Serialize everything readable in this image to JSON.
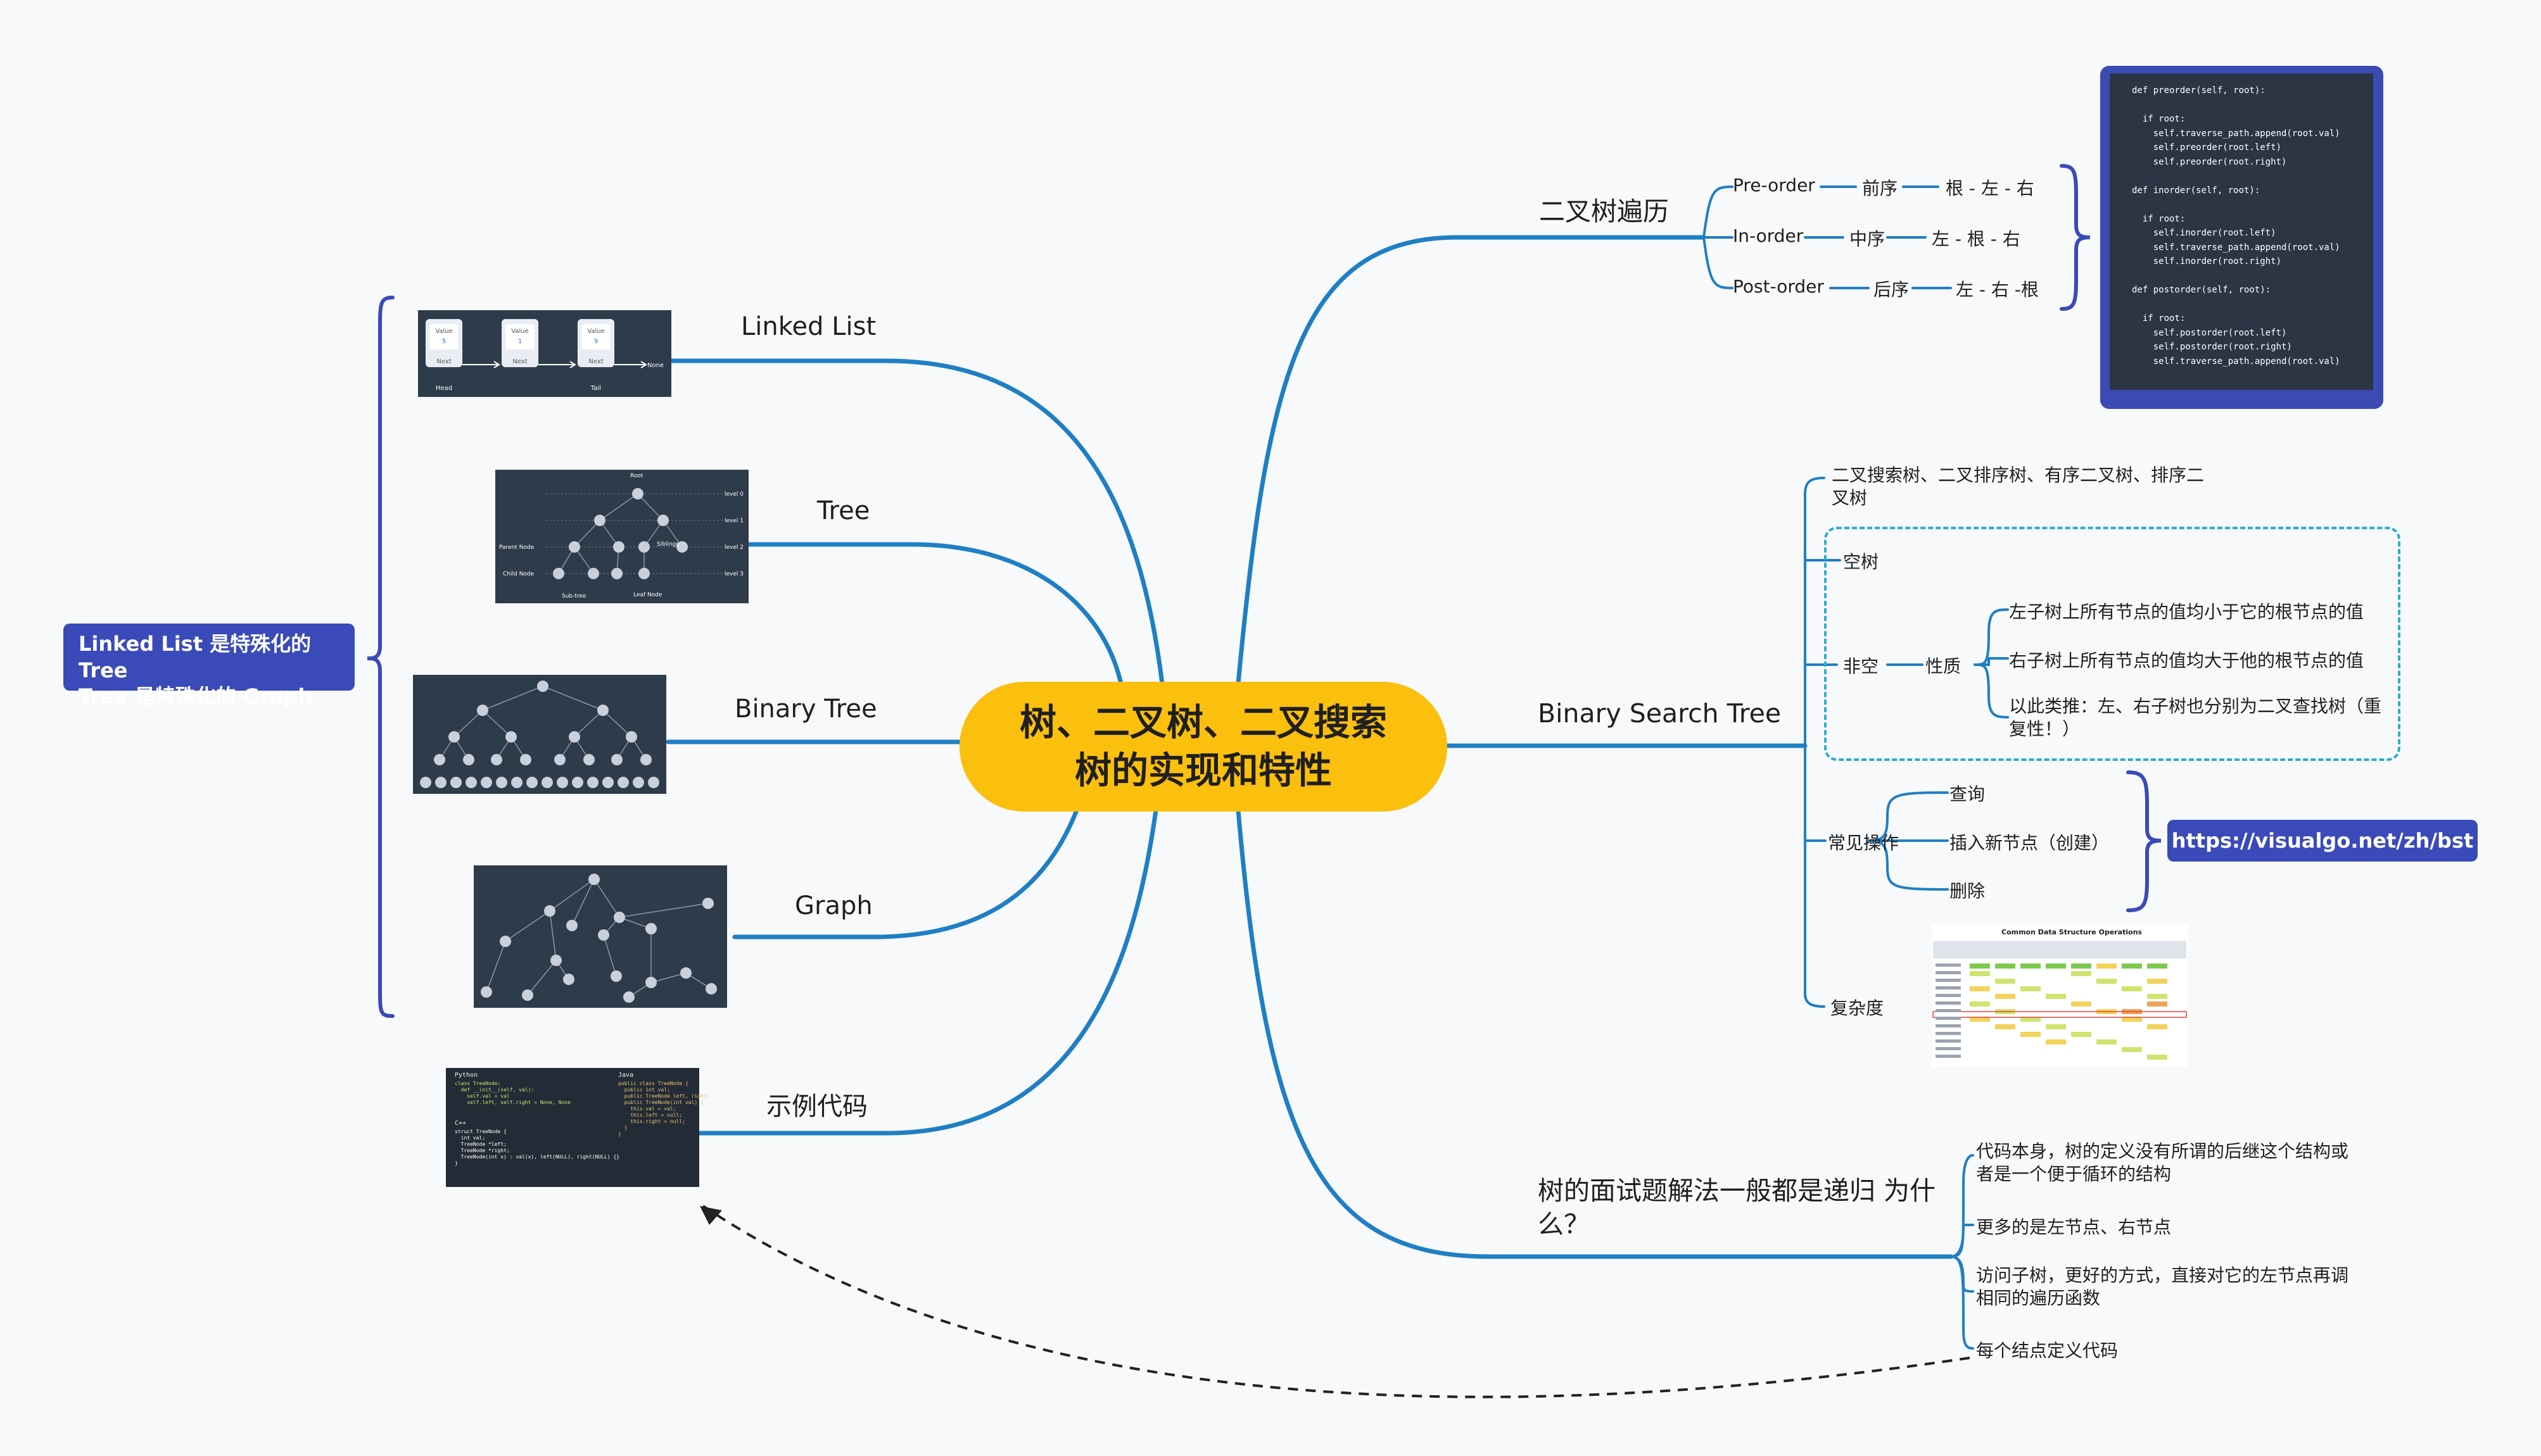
{
  "center": {
    "line1": "树、二叉树、二叉搜索",
    "line2": "树的实现和特性"
  },
  "left": {
    "note_line1": "Linked List 是特殊化的 Tree",
    "note_line2": "Tree 是特殊化的 Graph",
    "linked_list": "Linked List",
    "tree": "Tree",
    "binary_tree": "Binary Tree",
    "graph": "Graph",
    "sample_code": "示例代码",
    "ll_thumb": {
      "v1": "Value",
      "n1": "5",
      "v2": "Value",
      "n2": "1",
      "v3": "Value",
      "n3": "9",
      "next": "Next",
      "head": "Head",
      "tail": "Tail",
      "none": "None"
    },
    "tree_thumb": {
      "root": "Root",
      "l0": "level 0",
      "l1": "level 1",
      "l2": "level 2",
      "l3": "level 3",
      "parent": "Parent Node",
      "child": "Child Node",
      "siblings": "Siblings",
      "subtree": "Sub-tree",
      "leaf": "Leaf Node"
    },
    "code_thumb": {
      "python_title": "Python",
      "python_code": "class TreeNode:\n  def __init__(self, val):\n    self.val = val\n    self.left, self.right = None, None",
      "cpp_title": "C++",
      "cpp_code": "struct TreeNode {\n  int val;\n  TreeNode *left;\n  TreeNode *right;\n  TreeNode(int x) : val(x), left(NULL), right(NULL) {}\n}",
      "java_title": "Java",
      "java_code": "public class TreeNode {\n  public int val;\n  public TreeNode left, right;\n  public TreeNode(int val) {\n    this.val = val;\n    this.left = null;\n    this.right = null;\n  }\n}"
    }
  },
  "traversal": {
    "title": "二叉树遍历",
    "rows": [
      {
        "en": "Pre-order",
        "zh": "前序",
        "order": "根 - 左 - 右"
      },
      {
        "en": "In-order",
        "zh": "中序",
        "order": "左 - 根 - 右"
      },
      {
        "en": "Post-order",
        "zh": "后序",
        "order": "左 - 右 -根"
      }
    ],
    "code": "def preorder(self, root):\n\n  if root:\n    self.traverse_path.append(root.val)\n    self.preorder(root.left)\n    self.preorder(root.right)\n\ndef inorder(self, root):\n\n  if root:\n    self.inorder(root.left)\n    self.traverse_path.append(root.val)\n    self.inorder(root.right)\n\ndef postorder(self, root):\n\n  if root:\n    self.postorder(root.left)\n    self.postorder(root.right)\n    self.traverse_path.append(root.val)"
  },
  "bst": {
    "title": "Binary Search Tree",
    "aliases": "二叉搜索树、二叉排序树、有序二叉树、排序二叉树",
    "empty": "空树",
    "nonempty": "非空",
    "property": "性质",
    "p1": "左子树上所有节点的值均小于它的根节点的值",
    "p2": "右子树上所有节点的值均大于他的根节点的值",
    "p3": "以此类推：左、右子树也分别为二叉查找树（重复性！）",
    "ops": "常见操作",
    "op1": "查询",
    "op2": "插入新节点（创建）",
    "op3": "删除",
    "link": "https://visualgo.net/zh/bst",
    "complexity": "复杂度",
    "complexity_table_title": "Common Data Structure Operations"
  },
  "interview": {
    "title": "树的面试题解法一般都是递归 为什么？",
    "a1": "代码本身，树的定义没有所谓的后继这个结构或者是一个便于循环的结构",
    "a2": "更多的是左节点、右节点",
    "a3": "访问子树，更好的方式，直接对它的左节点再调相同的遍历函数",
    "a4": "每个结点定义代码"
  },
  "colors": {
    "branch": "#1f7fc4",
    "center": "#fbbf0e",
    "bracket": "#3a4ab8",
    "dashed": "#2ab0c8",
    "thumb": "#2e3b4a"
  }
}
